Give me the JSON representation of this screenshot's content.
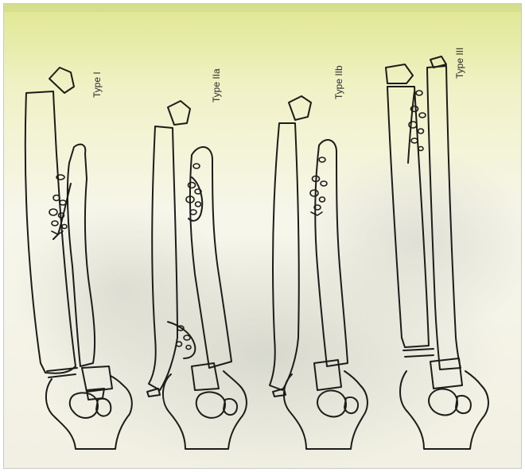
{
  "figure": {
    "panels": [
      {
        "label": "Type I"
      },
      {
        "label": "Type IIa"
      },
      {
        "label": "Type IIb"
      },
      {
        "label": "Type III"
      }
    ]
  },
  "colors": {
    "paper": "#f6f5ea",
    "paper_shadow": "#e5e4d4",
    "top_glow": "#e9f0a8",
    "bottom_shadow": "#cfd2c8",
    "ink": "#1c1c1a"
  }
}
